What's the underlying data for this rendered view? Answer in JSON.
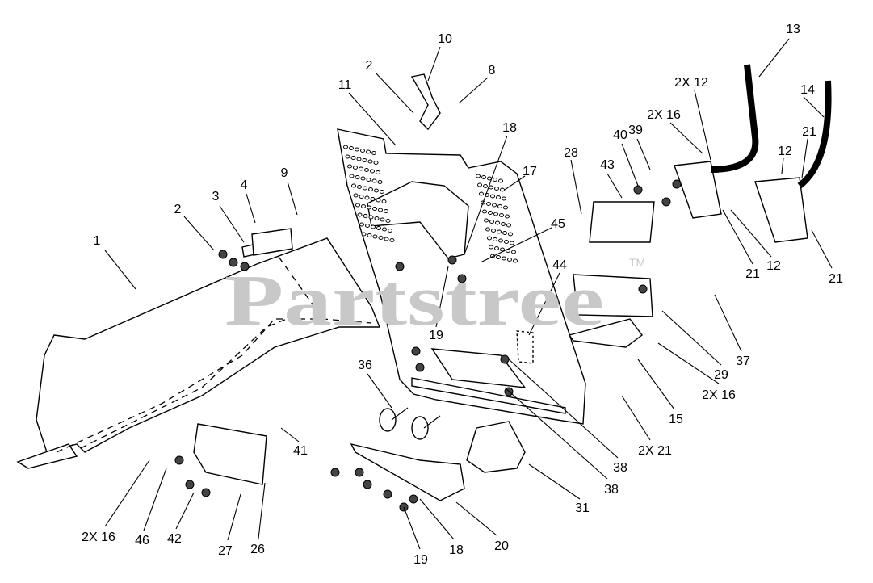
{
  "watermark": {
    "text": "Partstree",
    "trademark": "TM"
  },
  "callouts": [
    "1",
    "2",
    "3",
    "4",
    "9",
    "2",
    "10",
    "8",
    "11",
    "18",
    "17",
    "28",
    "43",
    "45",
    "40",
    "39",
    "2X 12",
    "2X 16",
    "13",
    "14",
    "12",
    "21",
    "21",
    "12",
    "21",
    "44",
    "19",
    "36",
    "29",
    "37",
    "2X 16",
    "15",
    "2X 21",
    "38",
    "38",
    "31",
    "20",
    "18",
    "19",
    "41",
    "27",
    "26",
    "42",
    "46",
    "2X 16"
  ]
}
